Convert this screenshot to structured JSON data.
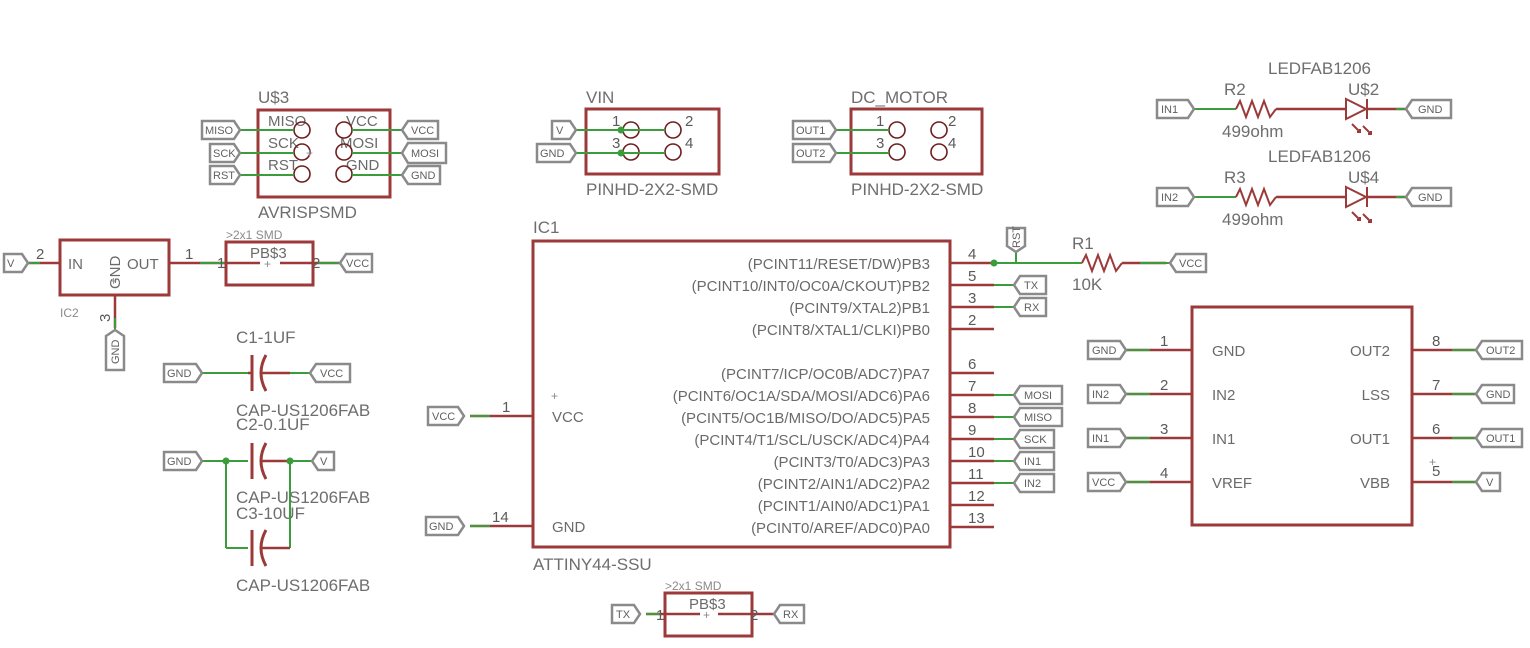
{
  "header": {
    "name": "U$3",
    "type": "AVRISPSMD",
    "pins": {
      "tl": "MISO",
      "tr": "VCC",
      "ml": "SCK",
      "mr": "MOSI",
      "bl": "RST",
      "br": "GND"
    },
    "flags": {
      "miso": "MISO",
      "sck": "SCK",
      "rst": "RST",
      "vcc": "VCC",
      "mosi": "MOSI",
      "gnd": "GND"
    }
  },
  "vin": {
    "name": "VIN",
    "type": "PINHD-2X2-SMD",
    "pins": [
      "1",
      "2",
      "3",
      "4"
    ],
    "flags": {
      "v": "V",
      "gnd": "GND"
    }
  },
  "motor": {
    "name": "DC_MOTOR",
    "type": "PINHD-2X2-SMD",
    "pins": [
      "1",
      "2",
      "3",
      "4"
    ],
    "flags": {
      "out1": "OUT1",
      "out2": "OUT2"
    }
  },
  "leds": [
    {
      "type": "LEDFAB1206",
      "resistor": "R2",
      "value": "499ohm",
      "name": "U$2",
      "in": "IN1",
      "gnd": "GND"
    },
    {
      "type": "LEDFAB1206",
      "resistor": "R3",
      "value": "499ohm",
      "name": "U$4",
      "in": "IN2",
      "gnd": "GND"
    }
  ],
  "reg": {
    "name": "IC2",
    "in_label": "IN",
    "gnd_label": "GND",
    "out_label": "OUT",
    "pin_in": "2",
    "pin_out": "1",
    "pin_gnd": "3",
    "flags": {
      "v": "V",
      "gnd": "GND"
    }
  },
  "jumper1": {
    "caption": ">2x1 SMD",
    "name": "PB$3",
    "pin1": "1",
    "pin2": "2",
    "flag": "VCC"
  },
  "jumper2": {
    "caption": ">2x1 SMD",
    "name": "PB$3",
    "pin1": "1",
    "pin2": "2",
    "flags": {
      "tx": "TX",
      "rx": "RX"
    }
  },
  "caps": [
    {
      "name": "C1-1UF",
      "type": "CAP-US1206FAB",
      "left": "GND",
      "right": "VCC"
    },
    {
      "name": "C2-0.1UF",
      "type": "CAP-US1206FAB",
      "left": "GND",
      "right": "V"
    },
    {
      "name": "C3-10UF",
      "type": "CAP-US1206FAB"
    }
  ],
  "mcu": {
    "name": "IC1",
    "type": "ATTINY44-SSU",
    "vcc_label": "VCC",
    "gnd_label": "GND",
    "vcc_pin": "1",
    "gnd_pin": "14",
    "vcc_flag": "VCC",
    "gnd_flag": "GND",
    "pins": [
      {
        "name": "(PCINT11/RESET/DW)PB3",
        "num": "4"
      },
      {
        "name": "(PCINT10/INT0/OC0A/CKOUT)PB2",
        "num": "5",
        "flag": "TX"
      },
      {
        "name": "(PCINT9/XTAL2)PB1",
        "num": "3",
        "flag": "RX"
      },
      {
        "name": "(PCINT8/XTAL1/CLKI)PB0",
        "num": "2"
      },
      {
        "name": "(PCINT7/ICP/OC0B/ADC7)PA7",
        "num": "6"
      },
      {
        "name": "(PCINT6/OC1A/SDA/MOSI/ADC6)PA6",
        "num": "7",
        "flag": "MOSI"
      },
      {
        "name": "(PCINT5/OC1B/MISO/DO/ADC5)PA5",
        "num": "8",
        "flag": "MISO"
      },
      {
        "name": "(PCINT4/T1/SCL/USCK/ADC4)PA4",
        "num": "9",
        "flag": "SCK"
      },
      {
        "name": "(PCINT3/T0/ADC3)PA3",
        "num": "10",
        "flag": "IN1"
      },
      {
        "name": "(PCINT2/AIN1/ADC2)PA2",
        "num": "11",
        "flag": "IN2"
      },
      {
        "name": "(PCINT1/AIN0/ADC1)PA1",
        "num": "12"
      },
      {
        "name": "(PCINT0/AREF/ADC0)PA0",
        "num": "13"
      }
    ],
    "rst_flag": "RST",
    "pullup": {
      "name": "R1",
      "value": "10K",
      "flag": "VCC"
    }
  },
  "driver": {
    "left": [
      {
        "num": "1",
        "name": "GND",
        "flag": "GND"
      },
      {
        "num": "2",
        "name": "IN2",
        "flag": "IN2"
      },
      {
        "num": "3",
        "name": "IN1",
        "flag": "IN1"
      },
      {
        "num": "4",
        "name": "VREF",
        "flag": "VCC"
      }
    ],
    "right": [
      {
        "num": "8",
        "name": "OUT2",
        "flag": "OUT2"
      },
      {
        "num": "7",
        "name": "LSS",
        "flag": "GND"
      },
      {
        "num": "6",
        "name": "OUT1",
        "flag": "OUT1"
      },
      {
        "num": "5",
        "name": "VBB",
        "flag": "V"
      }
    ]
  }
}
